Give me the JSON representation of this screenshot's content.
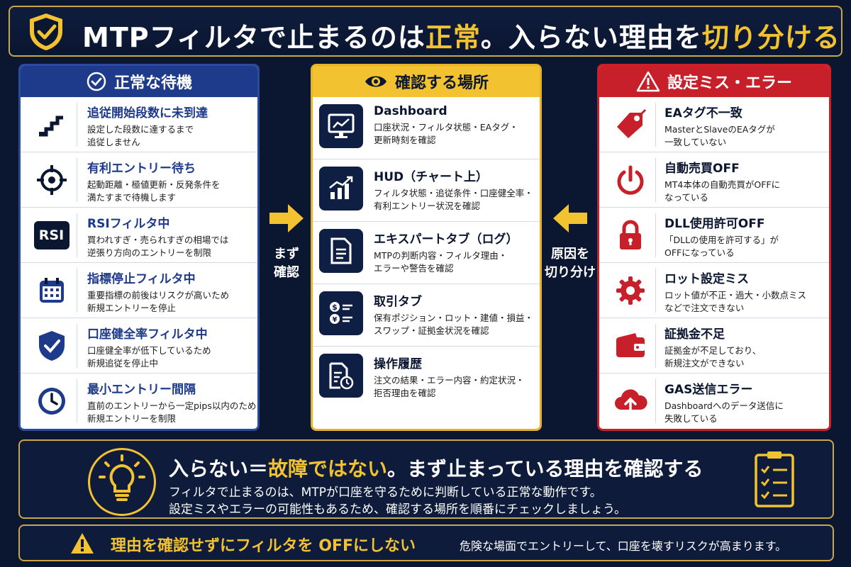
{
  "title": {
    "part1": "MTPフィルタで止まるのは",
    "highlight1": "正常",
    "part2": "。入らない理由を",
    "highlight2": "切り分ける"
  },
  "colors": {
    "gold": "#f2c230",
    "navy": "#0b1630",
    "blue": "#1e3a8a",
    "red": "#c8202a"
  },
  "left_panel": {
    "heading": "正常な待機",
    "icon": "check-circle-icon",
    "items": [
      {
        "icon": "stairs-icon",
        "title": "追従開始段数に未到達",
        "desc1": "設定した段数に達するまで",
        "desc2": "追従しません"
      },
      {
        "icon": "crosshair-icon",
        "title": "有利エントリー待ち",
        "desc1": "起動距離・極値更新・反発条件を",
        "desc2": "満たすまで待機します"
      },
      {
        "icon": "rsi-icon",
        "icon_text": "RSI",
        "title": "RSIフィルタ中",
        "desc1": "買われすぎ・売られすぎの相場では",
        "desc2": "逆張り方向のエントリーを制限"
      },
      {
        "icon": "calendar-icon",
        "title": "指標停止フィルタ中",
        "desc1": "重要指標の前後はリスクが高いため",
        "desc2": "新規エントリーを停止"
      },
      {
        "icon": "shield-check-icon",
        "title": "口座健全率フィルタ中",
        "desc1": "口座健全率が低下しているため",
        "desc2": "新規追従を停止中"
      },
      {
        "icon": "clock-icon",
        "title": "最小エントリー間隔",
        "desc1": "直前のエントリーから一定pips以内のため",
        "desc2": "新規エントリーを制限"
      }
    ]
  },
  "mid_panel": {
    "heading": "確認する場所",
    "icon": "eye-icon",
    "items": [
      {
        "icon": "monitor-chart-icon",
        "title": "Dashboard",
        "desc1": "口座状況・フィルタ状態・EAタグ・",
        "desc2": "更新時刻を確認"
      },
      {
        "icon": "bar-chart-icon",
        "title": "HUD（チャート上）",
        "desc1": "フィルタ状態・追従条件・口座健全率・",
        "desc2": "有利エントリー状況を確認"
      },
      {
        "icon": "document-icon",
        "title": "エキスパートタブ（ログ）",
        "desc1": "MTPの判断内容・フィルタ理由・",
        "desc2": "エラーや警告を確認"
      },
      {
        "icon": "currency-list-icon",
        "title": "取引タブ",
        "desc1": "保有ポジション・ロット・建値・損益・",
        "desc2": "スワップ・証拠金状況を確認"
      },
      {
        "icon": "history-doc-icon",
        "title": "操作履歴",
        "desc1": "注文の結果・エラー内容・約定状況・",
        "desc2": "拒否理由を確認"
      }
    ]
  },
  "right_panel": {
    "heading": "設定ミス・エラー",
    "icon": "warning-icon",
    "items": [
      {
        "icon": "tag-icon",
        "title": "EAタグ不一致",
        "desc1": "MasterとSlaveのEAタグが",
        "desc2": "一致していない"
      },
      {
        "icon": "power-icon",
        "title": "自動売買OFF",
        "desc1": "MT4本体の自動売買がOFFに",
        "desc2": "なっている"
      },
      {
        "icon": "lock-icon",
        "title": "DLL使用許可OFF",
        "desc1": "「DLLの使用を許可する」が",
        "desc2": "OFFになっている"
      },
      {
        "icon": "gear-icon",
        "title": "ロット設定ミス",
        "desc1": "ロット値が不正・過大・小数点ミス",
        "desc2": "などで注文できない"
      },
      {
        "icon": "wallet-icon",
        "title": "証拠金不足",
        "desc1": "証拠金が不足しており、",
        "desc2": "新規注文ができない"
      },
      {
        "icon": "cloud-upload-icon",
        "title": "GAS送信エラー",
        "desc1": "Dashboardへのデータ送信に",
        "desc2": "失敗している"
      }
    ]
  },
  "arrow_left": {
    "line1": "まず",
    "line2": "確認"
  },
  "arrow_right": {
    "line1": "原因を",
    "line2": "切り分け"
  },
  "bottom": {
    "heading_part1": "入らない＝",
    "heading_highlight": "故障ではない",
    "heading_part2": "。まず止まっている理由を確認する",
    "line1": "フィルタで止まるのは、MTPが口座を守るために判断している正常な動作です。",
    "line2": "設定ミスやエラーの可能性もあるため、確認する場所を順番にチェックしましょう。"
  },
  "warning": {
    "strong": "理由を確認せずにフィルタを OFFにしない",
    "text": "危険な場面でエントリーして、口座を壊すリスクが高まります。"
  }
}
